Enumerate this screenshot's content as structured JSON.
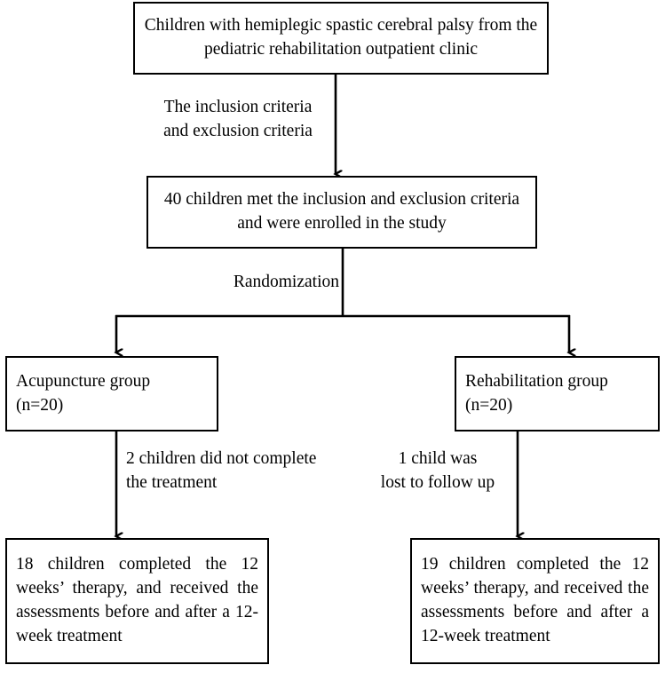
{
  "diagram": {
    "title": "CONSORT participant flow diagram",
    "stroke_color": "#000000",
    "background_color": "#ffffff",
    "nodes": {
      "source_population": "Children with hemiplegic spastic cerebral palsy from the pediatric rehabilitation outpatient clinic",
      "enrolled": "40 children met the inclusion and exclusion criteria and were enrolled in the study",
      "group_left": "Acupuncture group\n(n=20)",
      "group_right": "Rehabilitation group\n(n=20)",
      "completed_left": "18 children completed the 12 weeks’ therapy, and received the assessments before and after a 12-week treatment",
      "completed_right": "19 children completed the 12 weeks’ therapy, and received the assessments before and after a 12-week treatment"
    },
    "edge_labels": {
      "screening": "The inclusion criteria\nand exclusion criteria",
      "randomization": "Randomization",
      "dropout_left": "2 children did not complete\nthe treatment",
      "dropout_right": "1 child was\nlost to follow up"
    }
  }
}
